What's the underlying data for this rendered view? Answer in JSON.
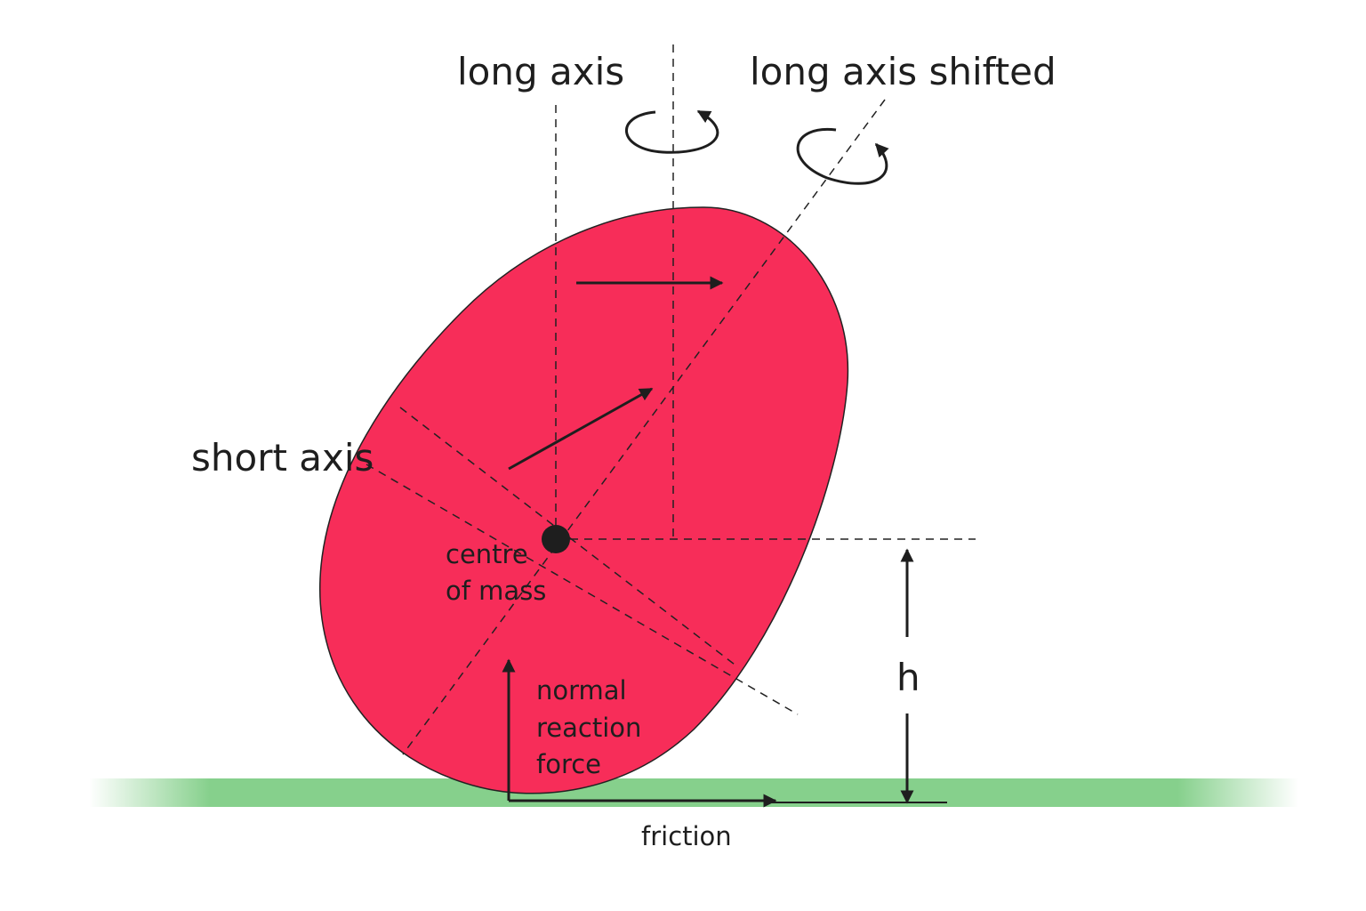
{
  "labels": {
    "long_axis": "long axis",
    "long_axis_shifted": "long axis shifted",
    "short_axis": "short axis",
    "centre_of_mass_1": "centre",
    "centre_of_mass_2": "of mass",
    "normal_1": "normal",
    "normal_2": "reaction",
    "normal_3": "force",
    "friction": "friction",
    "height": "h"
  },
  "colors": {
    "body": "#f72d59",
    "ground": "#86d08c",
    "ink": "#1e1e1e"
  }
}
